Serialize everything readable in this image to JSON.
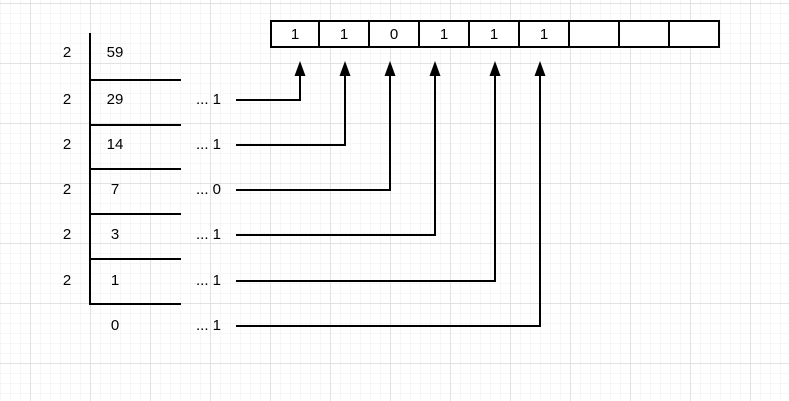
{
  "diagram_type": "decimal-to-binary-division-ladder",
  "bits": [
    "1",
    "1",
    "0",
    "1",
    "1",
    "1",
    "",
    "",
    ""
  ],
  "division": {
    "steps": [
      {
        "divisor": "2",
        "quotient": "59",
        "remainder": ""
      },
      {
        "divisor": "2",
        "quotient": "29",
        "remainder": "... 1"
      },
      {
        "divisor": "2",
        "quotient": "14",
        "remainder": "... 1"
      },
      {
        "divisor": "2",
        "quotient": "7",
        "remainder": "... 0"
      },
      {
        "divisor": "2",
        "quotient": "3",
        "remainder": "... 1"
      },
      {
        "divisor": "2",
        "quotient": "1",
        "remainder": "... 1"
      },
      {
        "divisor": "",
        "quotient": "0",
        "remainder": "... 1"
      }
    ]
  },
  "arrows": [
    {
      "from_step": 1,
      "to_bit": 0
    },
    {
      "from_step": 2,
      "to_bit": 1
    },
    {
      "from_step": 3,
      "to_bit": 2
    },
    {
      "from_step": 4,
      "to_bit": 3
    },
    {
      "from_step": 5,
      "to_bit": 4
    },
    {
      "from_step": 6,
      "to_bit": 5
    }
  ],
  "colors": {
    "stroke": "#000000",
    "cell_fill": "#ffffff",
    "canvas": "#ffffff",
    "grid_minor": "#f6f6f6",
    "grid_major": "#e2e2e2"
  }
}
